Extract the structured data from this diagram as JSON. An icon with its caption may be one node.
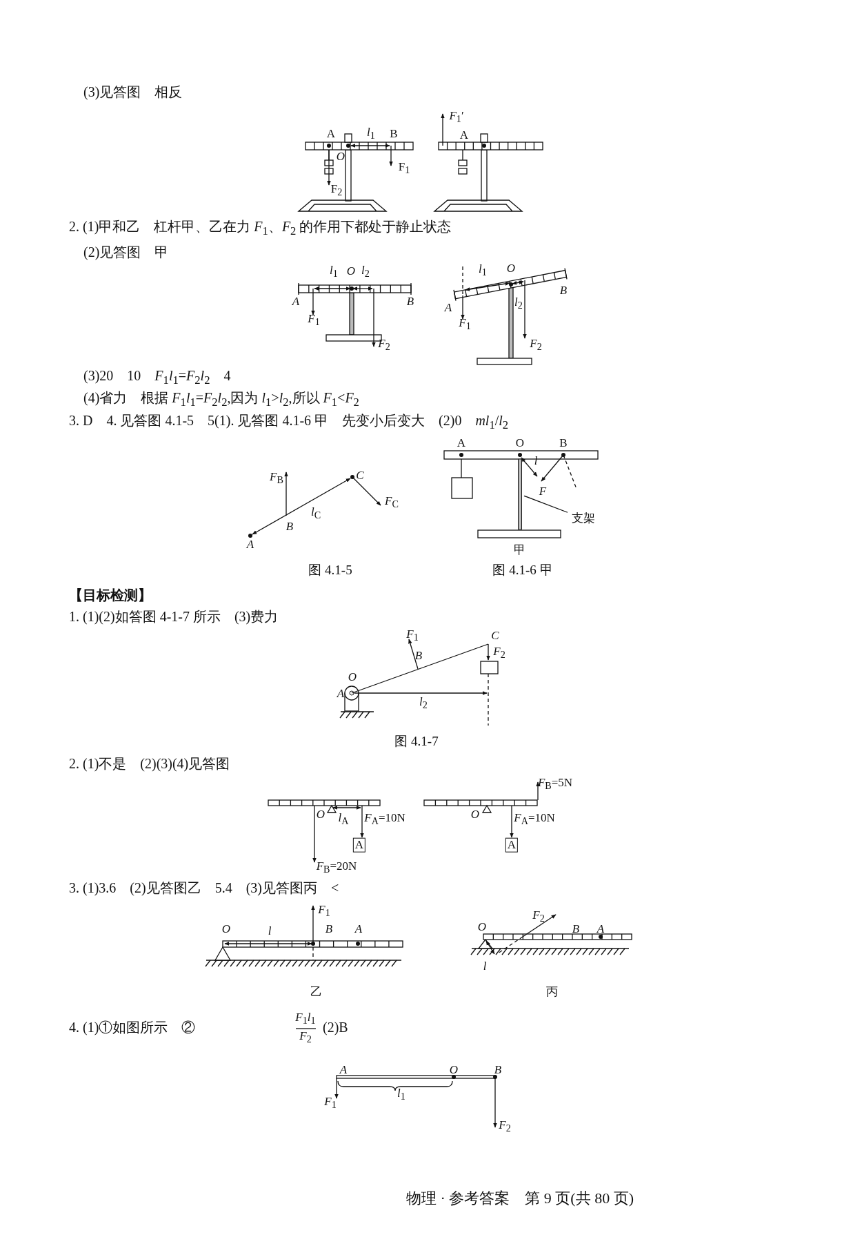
{
  "diagram": {
    "nodes": [
      {
        "text": [
          "支架"
        ]
      },
      {
        "text": [],
        "shape": "bar"
      },
      {
        "text": [
          "A"
        ]
      },
      {
        "text": [
          "A"
        ]
      }
    ],
    "edges": [
      {
        "from": 0,
        "to": 1,
        "arrow": "none"
      }
    ],
    "labels": [
      "(3)见答图　相反",
      "*F*$_{1}$′",
      "A",
      "*l*$_{1}$",
      "B",
      "A",
      "*O*",
      "F$_{1}$",
      "F$_{2}$",
      "2. (1)甲和乙　杠杆甲、乙在力 *F*$_{1}$、*F*$_{2}$ 的作用下都处于静止状态",
      "(2)见答图　甲",
      "*l*$_{1}$",
      "*O*",
      "*l*$_{2}$",
      "*l*$_{1}$",
      "*O*",
      "*B*",
      "*A*",
      "*B*",
      "*l*$_{2}$",
      "*A*",
      "*F*$_{1}$",
      "*F*$_{1}$",
      "*F*$_{2}$",
      "*F*$_{2}$",
      "(3)20　10　*F*$_{1}$*l*$_{1}$=*F*$_{2}$*l*$_{2}$　4",
      "(4)省力　根据 *F*$_{1}$*l*$_{1}$=*F*$_{2}$*l*$_{2}$,因为 *l*$_{1}$>*l*$_{2}$,所以 *F*$_{1}$<*F*$_{2}$",
      "3. D　4. 见答图 4.1-5　5(1). 见答图 4.1-6 甲　先变小后变大　(2)0　*ml*$_{1}$/*l*$_{2}$",
      "A",
      "O",
      "B",
      "*l*",
      "*F*$_{B}$",
      "*C*",
      "*F*",
      "*F*$_{C}$",
      "*l*$_{C}$",
      "*B*",
      "*A*",
      "甲",
      "图 4.1-5",
      "图 4.1-6 甲",
      "【目标检测】",
      "1. (1)(2)如答图 4-1-7 所示　(3)费力",
      "*F*$_{1}$",
      "*C*",
      "*B*",
      "*F*$_{2}$",
      "*O*",
      "*A*",
      "*l*$_{2}$",
      "图 4.1-7",
      "2. (1)不是　(2)(3)(4)见答图",
      "*F*$_{B}$=5N",
      "*O*",
      "*l*$_{A}$",
      "*F*$_{A}$=10N",
      "*O*",
      "*F*$_{A}$=10N",
      "*F*$_{B}$=20N",
      "3. (1)3.6　(2)见答图乙　5.4　(3)见答图丙　<",
      "*F*$_{1}$",
      "*F*$_{2}$",
      "*O*",
      "*l*",
      "*B*",
      "*A*",
      "*O*",
      "*B*",
      "*A*",
      "*l*",
      "乙",
      "丙",
      "4. (1)①如图所示　②",
      "*F*$_{1}$*l*$_{1}$",
      "*F*$_{2}$",
      "(2)B",
      "*A*",
      "*O*",
      "*B*",
      "*F*$_{1}$",
      "*l*$_{1}$",
      "*F*$_{2}$",
      "物理 · 参考答案　第 9 页(共 80 页)"
    ]
  }
}
